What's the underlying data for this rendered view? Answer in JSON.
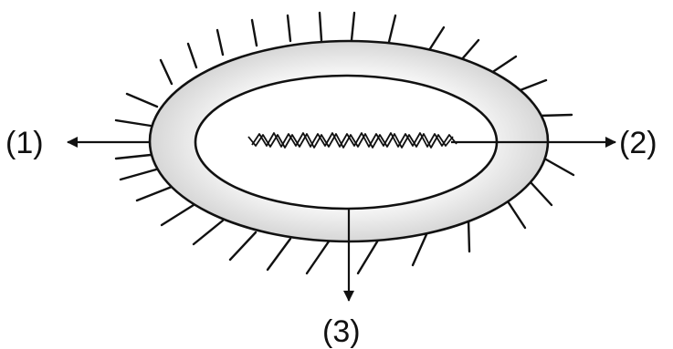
{
  "labels": {
    "arrow_1": "(1)",
    "arrow_2": "(2)",
    "arrow_3": "(3)"
  },
  "colors": {
    "outline": "#111111",
    "capsule_edge": "#d6d6d6",
    "capsule_center": "#ffffff"
  }
}
